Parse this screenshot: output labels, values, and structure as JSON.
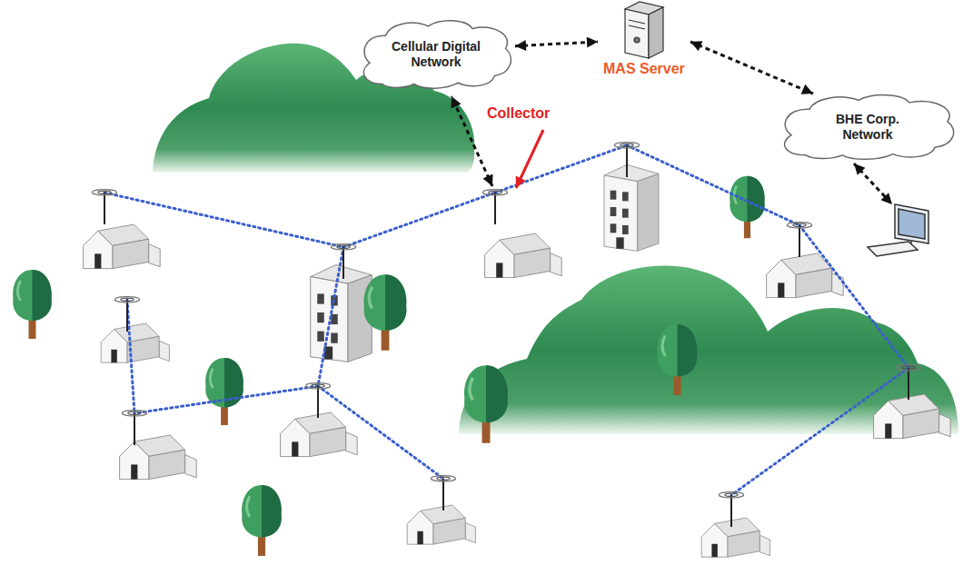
{
  "diagram": {
    "nodes": [
      {
        "text": [
          "Cellular Digital Network"
        ]
      },
      {
        "text": [
          "MAS Server"
        ]
      },
      {
        "text": [
          "BHE Corp. Network"
        ]
      }
    ],
    "edges": [
      {
        "from": 0,
        "to": 1,
        "arrow": "both"
      },
      {
        "from": 1,
        "to": 2,
        "arrow": "both"
      }
    ],
    "labels": [
      "Collector"
    ]
  }
}
